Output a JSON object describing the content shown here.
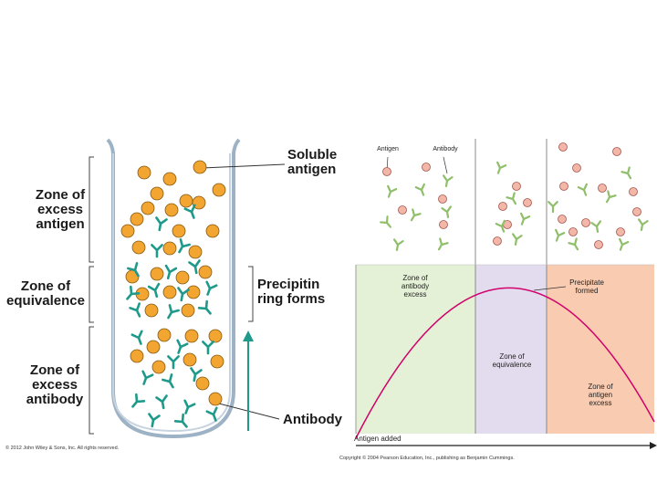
{
  "left_figure": {
    "zone_excess_antigen": "Zone of\nexcess\nantigen",
    "zone_equivalence": "Zone of\nequivalence",
    "zone_excess_antibody": "Zone of\nexcess\nantibody",
    "soluble_antigen": "Soluble\nantigen",
    "precipitin_ring": "Precipitin\nring forms",
    "antibody": "Antibody",
    "copyright": "© 2012 John Wiley & Sons, Inc. All rights reserved."
  },
  "right_figure": {
    "antigen_label": "Antigen",
    "antibody_label": "Antibody",
    "zone_antibody_excess": "Zone of\nantibody\nexcess",
    "precipitate_formed": "Precipitate\nformed",
    "zone_equivalence": "Zone of\nequivalence",
    "zone_antigen_excess": "Zone of\nantigen\nexcess",
    "x_axis": "Antigen added",
    "copyright": "Copyright © 2004 Pearson Education, Inc., publishing as Benjamin Cummings."
  },
  "colors": {
    "antigen_fill": "#f2a531",
    "antibody_green": "#1f9a8a",
    "zone1_bg": "#e4f1d6",
    "zone2_bg": "#e3dcee",
    "zone3_bg": "#f9cbb0",
    "curve": "#d1006b",
    "right_antigen": "#f2b7a8",
    "right_antibody": "#8fbf6a"
  }
}
